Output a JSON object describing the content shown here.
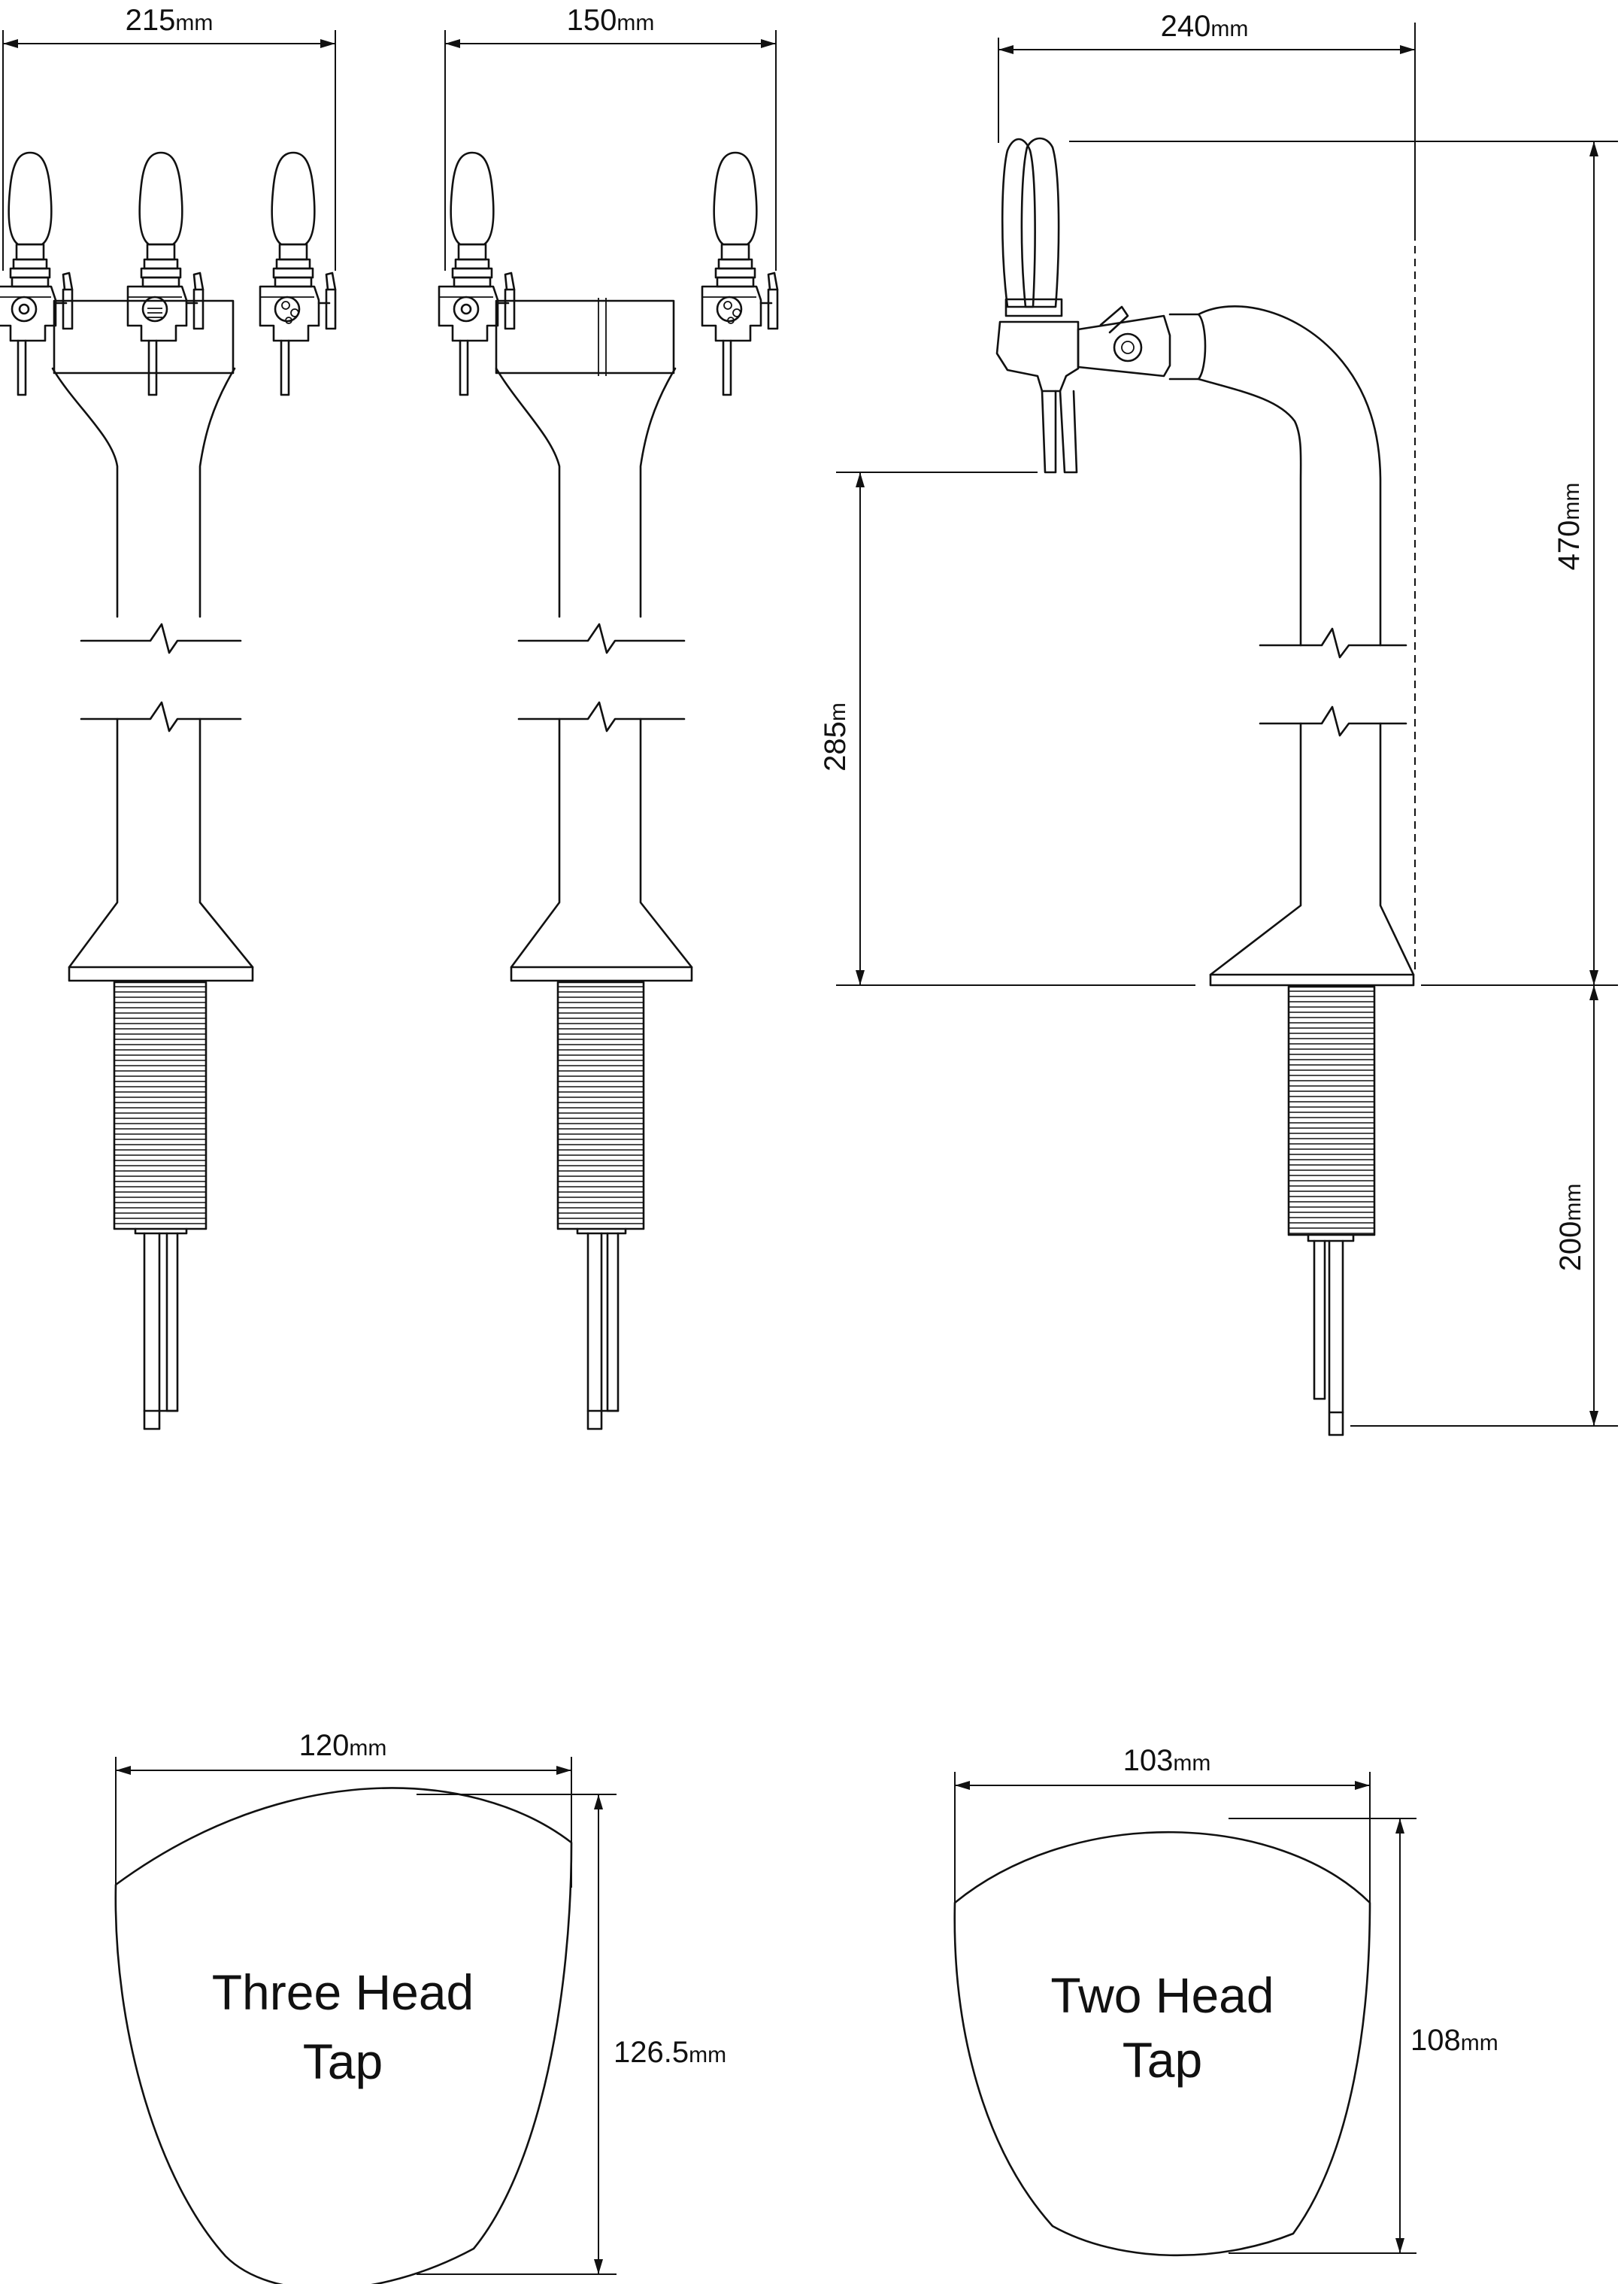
{
  "dimensions": {
    "three_head_width": {
      "value": "215",
      "unit": "mm"
    },
    "two_head_width": {
      "value": "150",
      "unit": "mm"
    },
    "side_reach": {
      "value": "240",
      "unit": "mm"
    },
    "total_height": {
      "value": "470",
      "unit": "mm"
    },
    "spout_height": {
      "value": "285",
      "unit": "m"
    },
    "shank_length": {
      "value": "200",
      "unit": "mm"
    },
    "three_base_width": {
      "value": "120",
      "unit": "mm"
    },
    "three_base_depth": {
      "value": "126.5",
      "unit": "mm"
    },
    "two_base_width": {
      "value": "103",
      "unit": "mm"
    },
    "two_base_depth": {
      "value": "108",
      "unit": "mm"
    }
  },
  "footprints": {
    "three_head": {
      "line1": "Three Head",
      "line2": "Tap"
    },
    "two_head": {
      "line1": "Two Head",
      "line2": "Tap"
    }
  }
}
